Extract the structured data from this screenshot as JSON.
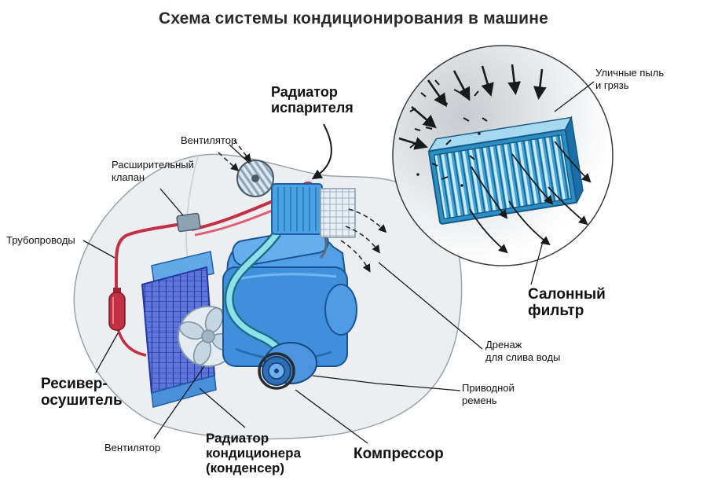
{
  "title": "Схема системы кондиционирования в машине",
  "labels": {
    "evaporator": [
      "Радиатор",
      "испарителя"
    ],
    "fan_top": [
      "Вентилятор"
    ],
    "expansion_valve": [
      "Расширительный",
      "клапан"
    ],
    "pipes": [
      "Трубопроводы"
    ],
    "receiver_drier": [
      "Ресивер-",
      "осушитель"
    ],
    "fan_bottom": [
      "Вентилятор"
    ],
    "condenser": [
      "Радиатор",
      "кондиционера",
      "(конденсер)"
    ],
    "compressor": [
      "Компрессор"
    ],
    "drive_belt": [
      "Приводной",
      "ремень"
    ],
    "drain": [
      "Дренаж",
      "для слива воды"
    ],
    "cabin_filter": [
      "Салонный",
      "фильтр"
    ],
    "street_dust": [
      "Уличные пыль",
      "и грязь"
    ]
  },
  "colors": {
    "title_text": "#2a2a2a",
    "label_text": "#111111",
    "body_fill": "#eceef1",
    "body_stroke": "#9aa2aa",
    "engine_blue": "#3f8fdc",
    "radiator_blue": "#5d76dd",
    "filter_blue": "#2b8fc4",
    "filter_pleat_light": "#cdeaf8",
    "pipe_red": "#c23043",
    "pipe_cyan": "#8fe0ea",
    "arrow_black": "#1a1a1a"
  }
}
